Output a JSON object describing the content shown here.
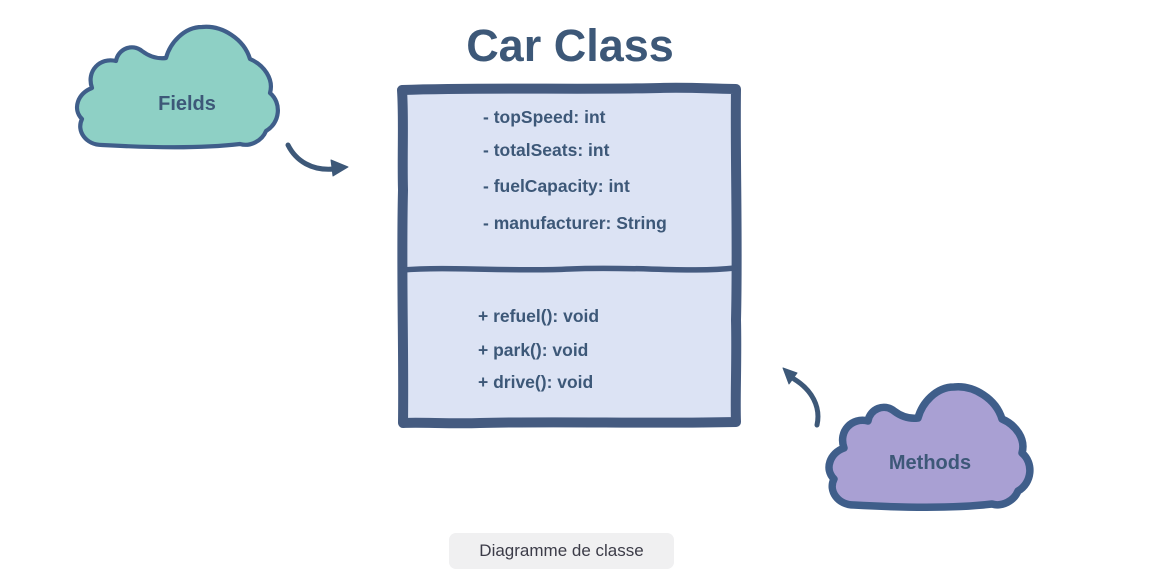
{
  "title": "Car Class",
  "class_box": {
    "fields": [
      "- topSpeed: int",
      "- totalSeats: int",
      "- fuelCapacity: int",
      "- manufacturer: String"
    ],
    "methods": [
      "+ refuel(): void",
      "+ park(): void",
      "+ drive(): void"
    ]
  },
  "annotations": {
    "fields_cloud_label": "Fields",
    "methods_cloud_label": "Methods"
  },
  "caption": "Diagramme de classe",
  "colors": {
    "ink": "#3d5878",
    "box_border": "#455b80",
    "box_fill": "#dce3f4",
    "fields_cloud_fill": "#8ed0c5",
    "methods_cloud_fill": "#a9a0d3",
    "cloud_stroke": "#3f5e8a",
    "caption_bg": "#f0f0f1",
    "caption_text": "#3c3c48"
  }
}
